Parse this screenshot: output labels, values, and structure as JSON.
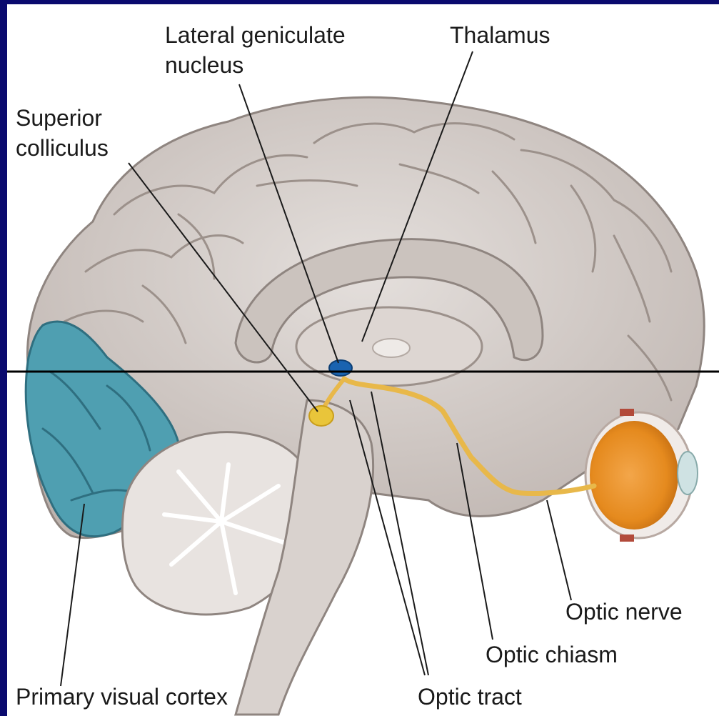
{
  "labels": {
    "lgn_line1": "Lateral geniculate",
    "lgn_line2": "nucleus",
    "thalamus": "Thalamus",
    "sc_line1": "Superior",
    "sc_line2": "colliculus",
    "optic_nerve": "Optic nerve",
    "optic_chiasm": "Optic chiasm",
    "optic_tract": "Optic tract",
    "primary_visual_cortex": "Primary visual cortex"
  },
  "colors": {
    "background_border": "#0a0a6e",
    "brain": "#d6cfcb",
    "brain_shadow": "#a89e99",
    "visual_cortex": "#4f9fb1",
    "lgn": "#1a63b0",
    "superior_colliculus": "#e9c53a",
    "optic_pathway": "#e8b84a",
    "eye": "#e58a1e"
  }
}
